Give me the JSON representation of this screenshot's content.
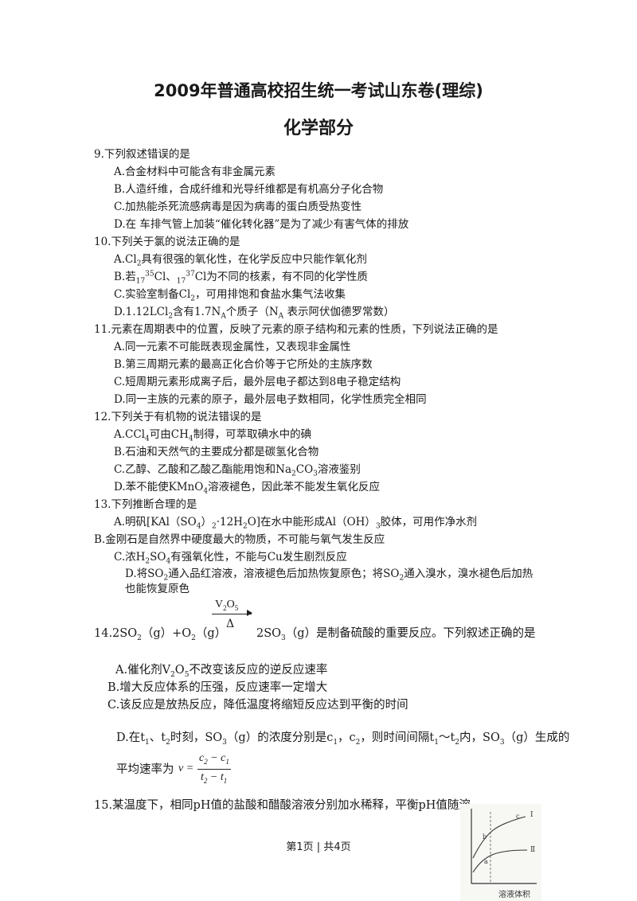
{
  "header": {
    "main_title": "2009年普通高校招生统一考试山东卷(理综)",
    "sub_title": "化学部分"
  },
  "q9": {
    "stem": "9.下列叙述错误的是",
    "A": "A.合金材料中可能含有非金属元素",
    "B": "B.人造纤维，合成纤维和光导纤维都是有机高分子化合物",
    "C": "C.加热能杀死流感病毒是因为病毒的蛋白质受热变性",
    "D": "D.在 车排气管上加装“催化转化器”是为了减少有害气体的排放"
  },
  "q10": {
    "stem": "10.下列关于氯的说法正确的是",
    "A_a": "A.Cl",
    "A_sub": "2",
    "A_b": "具有很强的氧化性，在化学反应中只能作氧化剂",
    "B_a": "B.若",
    "B_sub1": "17",
    "B_sup1": "35",
    "B_b": "Cl、",
    "B_sub2": "17",
    "B_sup2": "37",
    "B_c": "Cl为不同的核素，有不同的化学性质",
    "C_a": "C.实验室制备Cl",
    "C_sub": "2",
    "C_b": "，可用排饱和食盐水集气法收集",
    "D_a": "D.1.12LCl",
    "D_sub": "2",
    "D_b": "含有1.7N",
    "D_sub2": "A",
    "D_c": "个质子（N",
    "D_sub3": "A",
    "D_d": " 表示阿伏伽德罗常数）"
  },
  "q11": {
    "stem": "11.元素在周期表中的位置，反映了元素的原子结构和元素的性质，下列说法正确的是",
    "A": "A.同一元素不可能既表现金属性，又表现非金属性",
    "B": "B.第三周期元素的最高正化合价等于它所处的主族序数",
    "C": "C.短周期元素形成离子后，最外层电子都达到8电子稳定结构",
    "D": "D.同一主族的元素的原子，最外层电子数相同，化学性质完全相同"
  },
  "q12": {
    "stem": "12.下列关于有机物的说法错误的是",
    "A_a": "A.CCl",
    "A_sub": "4",
    "A_b": "可由CH",
    "A_sub2": "4",
    "A_c": "制得，可萃取碘水中的碘",
    "B": "B.石油和天然气的主要成分都是碳氢化合物",
    "C_a": "C.乙醇、乙酸和乙酸乙酯能用饱和Na",
    "C_sub": "2",
    "C_b": "CO",
    "C_sub2": "3",
    "C_c": "溶液鉴别",
    "D_a": "D.苯不能使KMnO",
    "D_sub": "4",
    "D_b": "溶液褪色，因此苯不能发生氧化反应"
  },
  "q13": {
    "stem": "13.下列推断合理的是",
    "A_a": "A.明矾[KAl（SO",
    "A_sub": "4",
    "A_b": "）",
    "A_sub2": "2",
    "A_c": "·12H",
    "A_sub3": "2",
    "A_d": "O]在水中能形成Al（OH）",
    "A_sub4": "3",
    "A_e": "胶体，可用作净水剂",
    "B": "B.金刚石是自然界中硬度最大的物质，不可能与氧气发生反应",
    "C_a": "C.浓H",
    "C_sub": "2",
    "C_b": "SO",
    "C_sub2": "4",
    "C_c": "有强氧化性，不能与Cu发生剧烈反应",
    "D1_a": "D.将SO",
    "D1_sub": "2",
    "D1_b": "通入品红溶液，溶液褪色后加热恢复原色；将SO",
    "D1_sub2": "2",
    "D1_c": "通入溴水，溴水褪色后加热",
    "D2": "也能恢复原色"
  },
  "q14": {
    "cat_a": "V",
    "cat_sub": "2",
    "cat_b": "O",
    "cat_sub2": "5",
    "delta": "Δ",
    "stem_a": "14.2SO",
    "stem_sub": "2",
    "stem_b": "（g）+O",
    "stem_sub2": "2",
    "stem_c": "（g）",
    "stem_d": "2SO",
    "stem_sub3": "3",
    "stem_e": "（g）是制备硫酸的重要反应。下列叙述正确的是",
    "A_a": "A.催化剂V",
    "A_sub": "2",
    "A_b": "O",
    "A_sub2": "5",
    "A_c": "不改变该反应的逆反应速率",
    "B": "B.增大反应体系的压强，反应速率一定增大",
    "C": "C.该反应是放热反应，降低温度将缩短反应达到平衡的时间",
    "D_a": "D.在t",
    "D_sub": "1",
    "D_b": "、t",
    "D_sub2": "2",
    "D_c": "时刻，SO",
    "D_sub3": "3",
    "D_d": "（g）的浓度分别是c",
    "D_sub4": "1",
    "D_e": "，c",
    "D_sub5": "2",
    "D_f": "，则时间间隔t",
    "D_sub6": "1",
    "D_g": "～t",
    "D_sub7": "2",
    "D_h": "内，SO",
    "D_sub8": "3",
    "D_i": "（g）生成的",
    "D2": "平均速率为",
    "v": "v =",
    "num_a": "c",
    "num_sub": "2",
    "num_b": " − c",
    "num_sub2": "1",
    "den_a": "t",
    "den_sub": "2",
    "den_b": " − t",
    "den_sub2": "1"
  },
  "q15": {
    "stem": "15.某温度下，相同pH值的盐酸和醋酸溶液分别加水稀释，平衡pH值随溶"
  },
  "graph": {
    "label_I": "Ⅰ",
    "label_II": "Ⅱ",
    "label_a": "a",
    "label_b": "b",
    "label_c": "c",
    "xlabel": "溶液体积"
  },
  "footer": {
    "text": "第1页 | 共4页"
  }
}
